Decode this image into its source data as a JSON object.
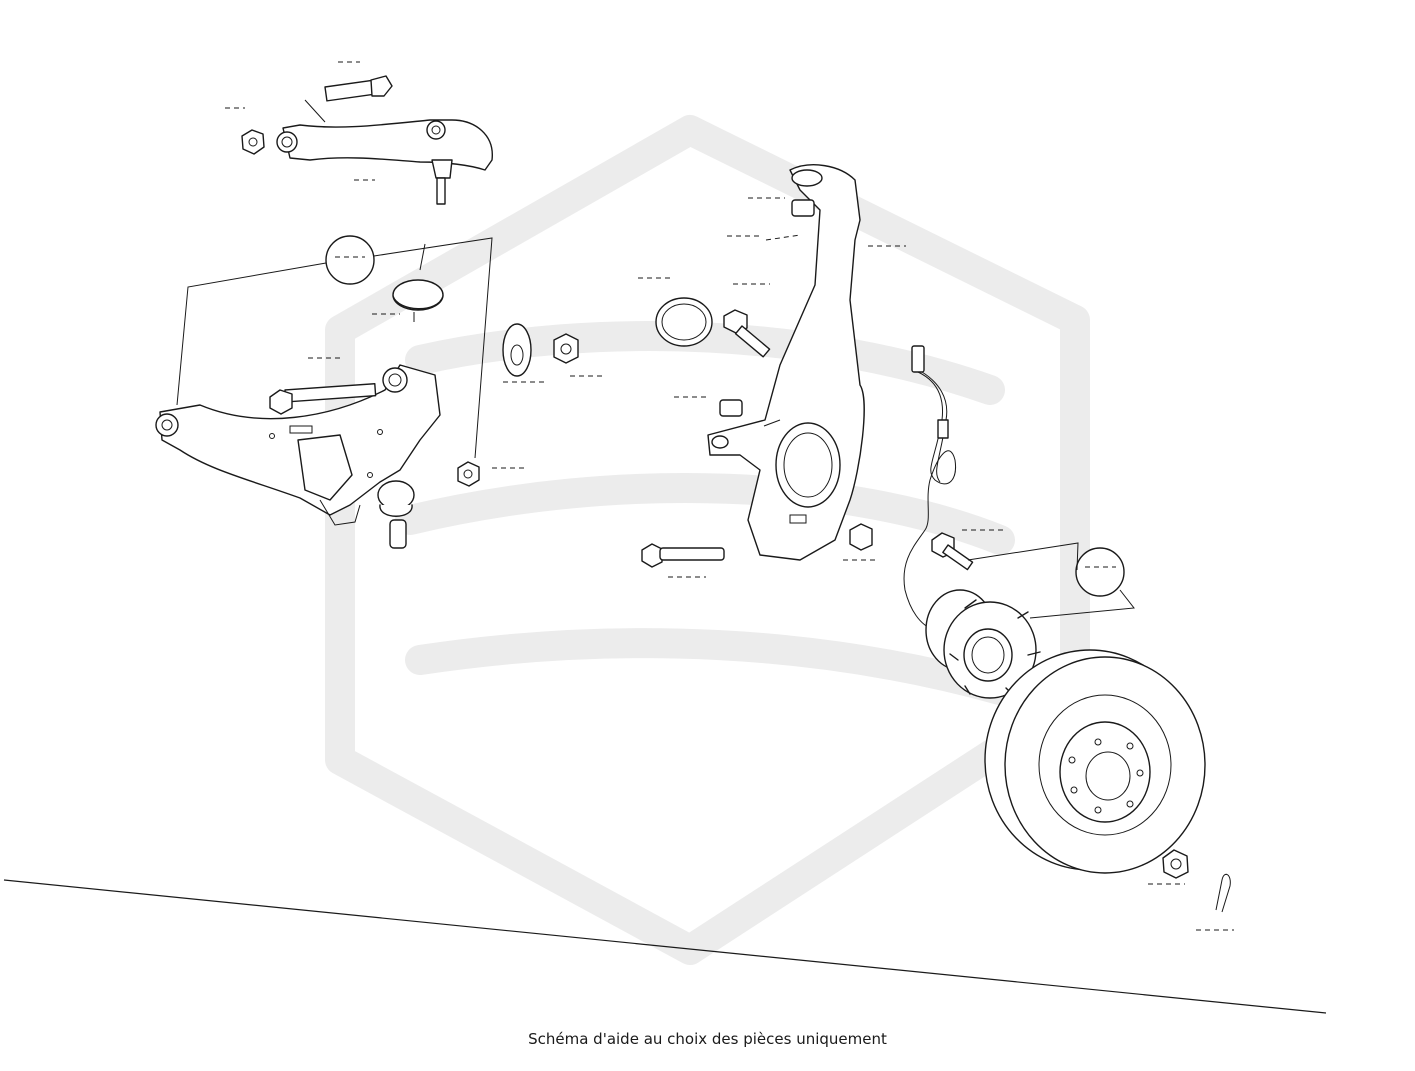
{
  "caption": "Schéma d'aide au choix des pièces uniquement",
  "watermark": {
    "icon": "brand-logo-watermark",
    "color": "#ececec"
  },
  "colors": {
    "line": "#1a1a1a",
    "background": "#ffffff",
    "accent": "#d35400"
  },
  "parts": [
    {
      "name": "upper-control-arm",
      "icon": "control-arm-icon"
    },
    {
      "name": "upper-arm-bolt",
      "icon": "bolt-icon"
    },
    {
      "name": "upper-arm-nut",
      "icon": "nut-icon"
    },
    {
      "name": "lower-control-arm",
      "icon": "control-arm-icon"
    },
    {
      "name": "lower-arm-bolt",
      "icon": "bolt-icon"
    },
    {
      "name": "lower-ball-joint",
      "icon": "ball-joint-icon"
    },
    {
      "name": "ball-joint-boot",
      "icon": "dust-boot-icon"
    },
    {
      "name": "camber-washer",
      "icon": "washer-icon"
    },
    {
      "name": "flange-nut",
      "icon": "nut-icon"
    },
    {
      "name": "lower-arm-nut",
      "icon": "nut-icon"
    },
    {
      "name": "steering-knuckle",
      "icon": "knuckle-icon"
    },
    {
      "name": "dust-seal-ring",
      "icon": "seal-ring-icon"
    },
    {
      "name": "knuckle-bolt",
      "icon": "bolt-icon"
    },
    {
      "name": "knuckle-bushing",
      "icon": "bushing-icon"
    },
    {
      "name": "knuckle-lower-bolt",
      "icon": "bolt-icon"
    },
    {
      "name": "knuckle-nut",
      "icon": "nut-icon"
    },
    {
      "name": "abs-sensor",
      "icon": "sensor-cable-icon"
    },
    {
      "name": "hub-bolt",
      "icon": "bolt-icon"
    },
    {
      "name": "wheel-hub-bearing",
      "icon": "hub-icon"
    },
    {
      "name": "brake-disc",
      "icon": "brake-disc-icon"
    },
    {
      "name": "axle-nut",
      "icon": "nut-icon"
    },
    {
      "name": "cotter-pin",
      "icon": "cotter-pin-icon"
    }
  ]
}
